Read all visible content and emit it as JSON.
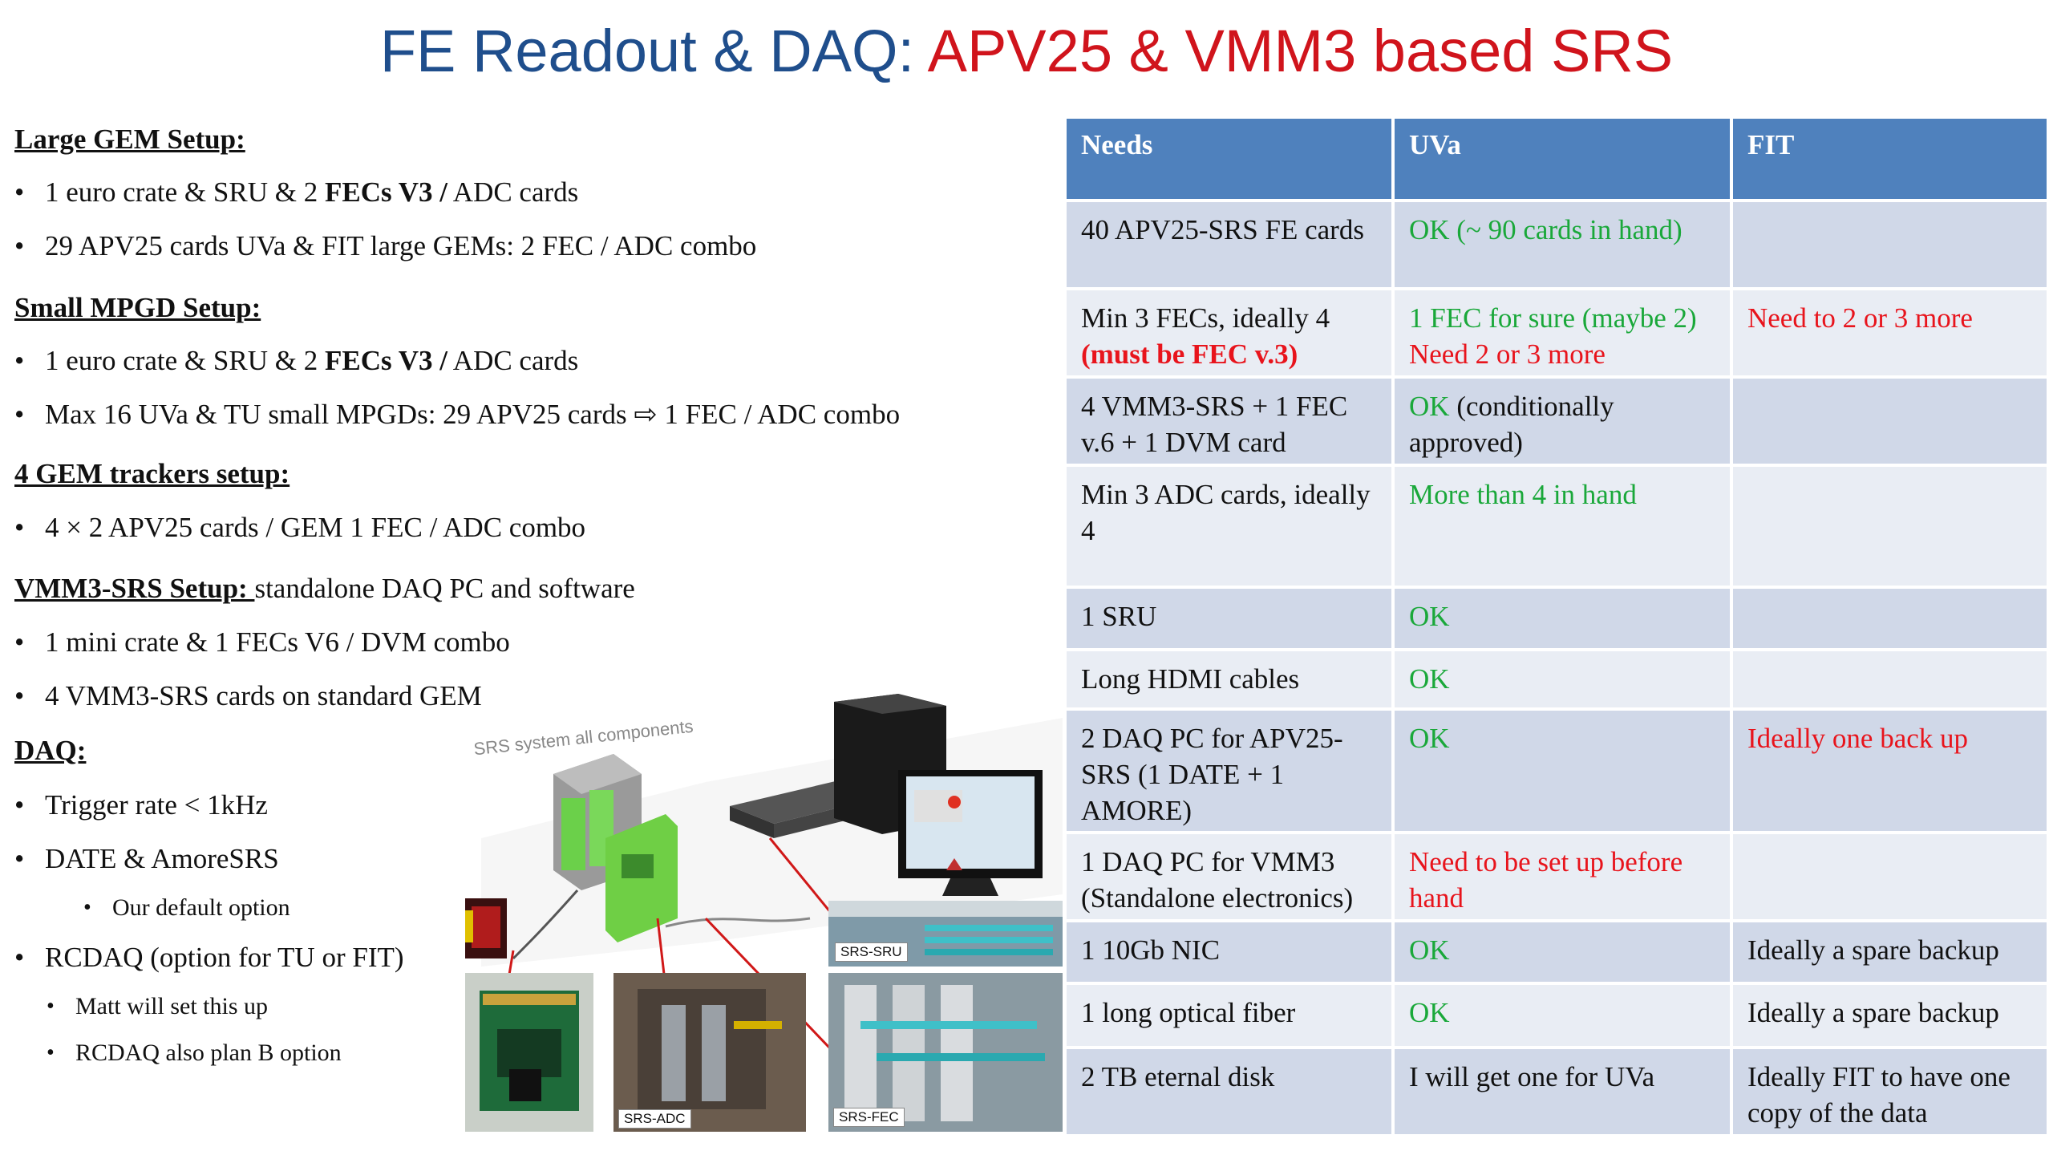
{
  "title": {
    "part1": "FE Readout & DAQ: ",
    "part2": "APV25 & VMM3 based SRS"
  },
  "left": {
    "large_gem": {
      "heading": "Large GEM Setup:",
      "b1": {
        "pre": "1 euro crate & SRU & 2 ",
        "bold": "FECs V3 /",
        "post": " ADC cards"
      },
      "b2": "29 APV25 cards UVa & FIT large GEMs: 2 FEC / ADC combo"
    },
    "small_mpgd": {
      "heading": "Small  MPGD Setup:",
      "b1": {
        "pre": "1 euro crate & SRU & 2 ",
        "bold": "FECs V3 /",
        "post": " ADC cards"
      },
      "b2": "Max 16 UVa & TU small MPGDs:  29 APV25 cards ⇨ 1 FEC / ADC combo"
    },
    "gem_trackers": {
      "heading": "4 GEM trackers setup:",
      "b1": "4 × 2 APV25 cards / GEM 1 FEC / ADC combo"
    },
    "vmm3": {
      "heading": "VMM3-SRS Setup: ",
      "heading_tail": "standalone DAQ PC and software",
      "b1": "1 mini crate & 1 FECs V6 / DVM combo",
      "b2": "4 VMM3-SRS cards on standard GEM"
    },
    "daq": {
      "heading": "DAQ:",
      "b1": "Trigger rate < 1kHz",
      "b2": "DATE & AmoreSRS",
      "b2_sub": "Our default option",
      "b3": "RCDAQ (option for TU or FIT)",
      "b3_sub1": "Matt will set this up",
      "b3_sub2": "RCDAQ also plan B option"
    },
    "bullet": "•"
  },
  "table": {
    "headers": [
      "Needs",
      "UVa",
      "FIT"
    ],
    "rows": [
      {
        "needs": "40 APV25-SRS FE cards",
        "uva": "OK (~ 90 cards in hand)",
        "fit": ""
      },
      {
        "needs": "Min 3 FECs, ideally 4",
        "needs_b": "(must be FEC v.3)",
        "uva": "1 FEC for sure (maybe 2)",
        "uva_b": "Need 2 or 3 more",
        "fit": "Need to 2 or 3 more"
      },
      {
        "needs": "4 VMM3-SRS + 1 FEC v.6 + 1 DVM card",
        "uva": "OK",
        "uva_b": " (conditionally approved)",
        "fit": ""
      },
      {
        "needs": "Min 3 ADC cards, ideally 4",
        "uva": "More than 4 in hand",
        "fit": ""
      },
      {
        "needs": "1 SRU",
        "uva": "OK",
        "fit": ""
      },
      {
        "needs": "Long HDMI cables",
        "uva": "OK",
        "fit": ""
      },
      {
        "needs": "2 DAQ PC for APV25-SRS (1 DATE + 1 AMORE)",
        "uva": "OK",
        "fit": "Ideally one back up"
      },
      {
        "needs": "1 DAQ PC for VMM3 (Standalone electronics)",
        "uva": "Need to be set up before hand",
        "fit": ""
      },
      {
        "needs": "1 10Gb NIC",
        "uva": "OK",
        "fit": "Ideally a spare  backup"
      },
      {
        "needs": "1 long optical fiber",
        "uva": "OK",
        "fit": "Ideally a spare backup"
      },
      {
        "needs": "2 TB eternal disk",
        "uva": "I will get one for UVa",
        "fit": "Ideally FIT to have one copy of the data"
      }
    ]
  },
  "figure": {
    "sketch_title": "SRS system all components",
    "labels": [
      "SRS-SRU",
      "SRS-ADC",
      "SRS-FEC"
    ]
  },
  "colors": {
    "title_blue": "#1f4e8c",
    "title_red": "#d0141c",
    "header_bg": "#4f81bd",
    "row_dark": "#d0d8e8",
    "row_light": "#e9edf4",
    "ok_green": "#1aa83a",
    "alert_red": "#e8141c"
  }
}
